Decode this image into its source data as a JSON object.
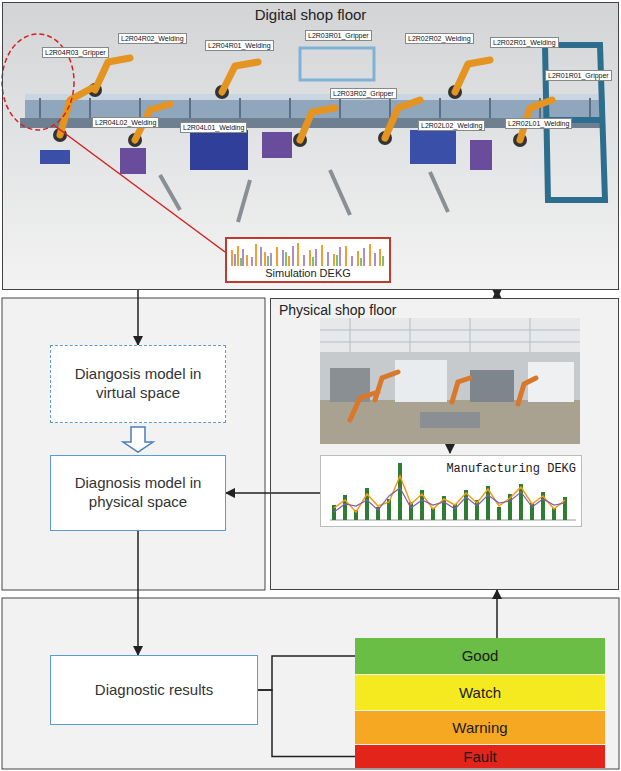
{
  "diagram": {
    "nodes": [
      {
        "text": [
          "Digital shop floor"
        ]
      },
      {
        "text": [
          "Simulation DEKG"
        ],
        "in": 0
      },
      {
        "text": [
          "Diangosis model in virtual space"
        ]
      },
      {
        "text": [
          "Diagnosis model in physical space"
        ]
      },
      {
        "text": [
          "Physical shop floor"
        ]
      },
      {
        "text": [
          "Manufacturing DEKG"
        ],
        "in": 4
      },
      {
        "text": [
          "Diagnostic results"
        ]
      },
      {
        "text": [
          "Good"
        ]
      },
      {
        "text": [
          "Watch"
        ]
      },
      {
        "text": [
          "Warning"
        ]
      },
      {
        "text": [
          "Fault"
        ]
      }
    ],
    "edges": [
      {
        "from": 0,
        "to": 2,
        "arrow": "to"
      },
      {
        "from": 0,
        "to": 4,
        "arrow": "both"
      },
      {
        "from": 2,
        "to": 3,
        "arrow": "to"
      },
      {
        "from": 5,
        "to": 3,
        "arrow": "to"
      },
      {
        "from": 3,
        "to": 6,
        "arrow": "to"
      },
      {
        "from": 6,
        "to": 7,
        "arrow": "none"
      },
      {
        "from": 6,
        "to": 10,
        "arrow": "none"
      },
      {
        "from": 7,
        "to": 4,
        "arrow": "to"
      }
    ],
    "labels": [
      "L2R04R03_Gripper",
      "L2R04R02_Welding",
      "L2R04R01_Welding",
      "L2R03R01_Gripper",
      "L2R02R02_Welding",
      "L2R02R01_Welding",
      "L2R01R01_Gripper",
      "L2R04L02_Welding",
      "L2R04L01_Welding",
      "L2R03R02_Gripper",
      "L2R02L02_Welding",
      "L2R02L01_Welding"
    ]
  }
}
